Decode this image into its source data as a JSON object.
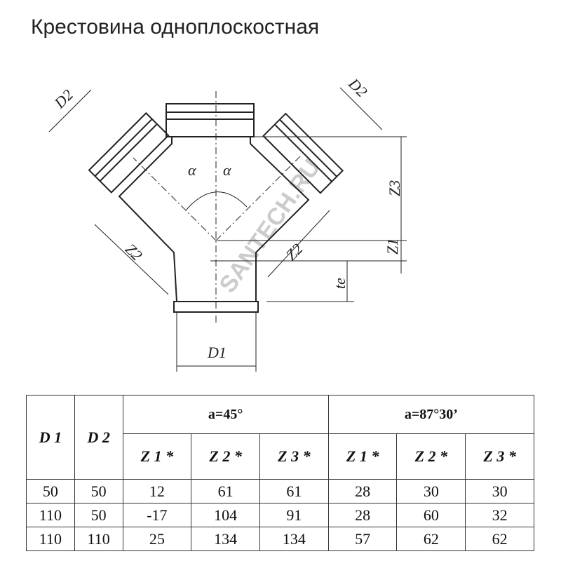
{
  "title": "Крестовина одноплоскостная",
  "drawing": {
    "labels": {
      "d2_left": "D2",
      "d2_right": "D2",
      "z3": "Z3",
      "z1": "Z1",
      "z2_left": "Z2",
      "z2_right": "Z2",
      "te": "te",
      "d1": "D1",
      "alpha_left": "α",
      "alpha_right": "α"
    },
    "watermark": "SANTECH.RU"
  },
  "table": {
    "col_d1": "D 1",
    "col_d2": "D 2",
    "group1": "a=45°",
    "group2": "a=87°30’",
    "sub": [
      "Z 1 *",
      "Z 2 *",
      "Z 3 *",
      "Z 1 *",
      "Z 2 *",
      "Z 3 *"
    ],
    "rows": [
      [
        "50",
        "50",
        "12",
        "61",
        "61",
        "28",
        "30",
        "30"
      ],
      [
        "110",
        "50",
        "-17",
        "104",
        "91",
        "28",
        "60",
        "32"
      ],
      [
        "110",
        "110",
        "25",
        "134",
        "134",
        "57",
        "62",
        "62"
      ]
    ]
  }
}
